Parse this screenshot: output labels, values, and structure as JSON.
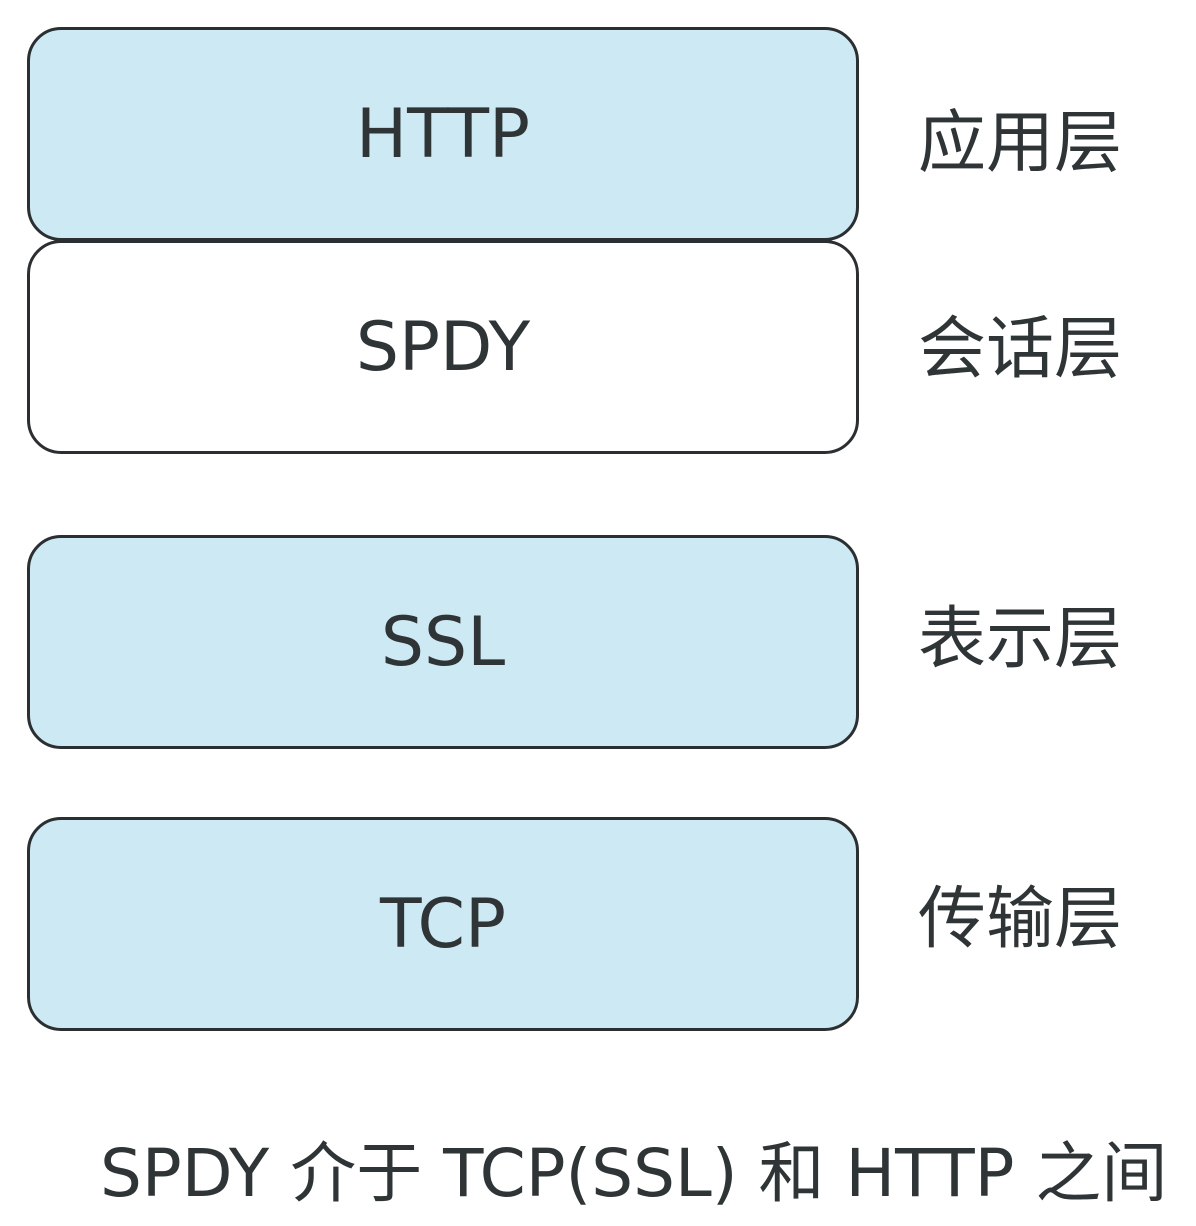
{
  "layers": [
    {
      "protocol": "HTTP",
      "layer_name": "应用层",
      "fill": "#cde9f3"
    },
    {
      "protocol": "SPDY",
      "layer_name": "会话层",
      "fill": "#ffffff"
    },
    {
      "protocol": "SSL",
      "layer_name": "表示层",
      "fill": "#cde9f3"
    },
    {
      "protocol": "TCP",
      "layer_name": "传输层",
      "fill": "#cde9f3"
    }
  ],
  "caption": "SPDY 介于 TCP(SSL) 和 HTTP 之间",
  "colors": {
    "box_fill": "#cde9f3",
    "box_border": "#2b2f31",
    "text": "#2f3436"
  }
}
